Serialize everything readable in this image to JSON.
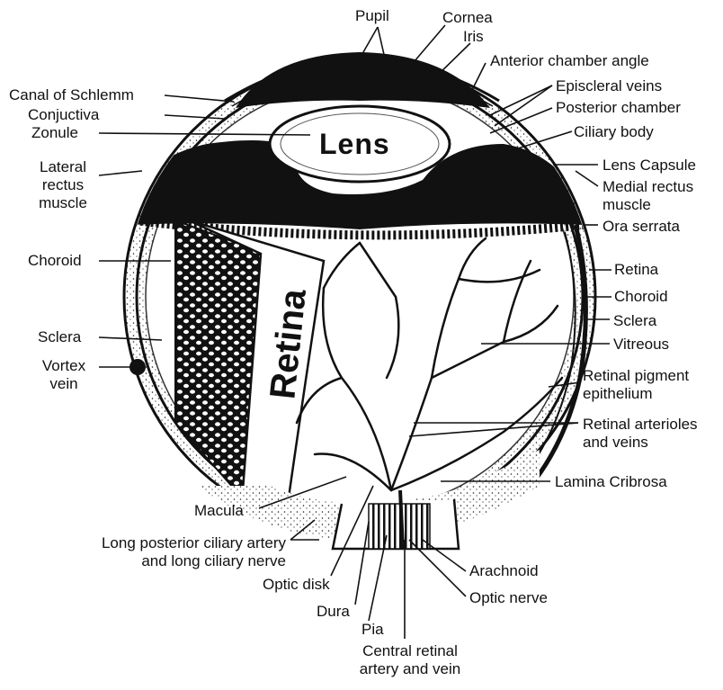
{
  "diagram": {
    "lens_label": "Lens",
    "retina_label": "Retina",
    "labels": {
      "pupil": "Pupil",
      "cornea": "Cornea",
      "iris": "Iris",
      "anterior_chamber_angle": "Anterior chamber angle",
      "canal_of_schlemm": "Canal of Schlemm",
      "conjuctiva": "Conjuctiva",
      "zonule": "Zonule",
      "episcleral_veins": "Episcleral veins",
      "posterior_chamber": "Posterior chamber",
      "ciliary_body": "Ciliary body",
      "lateral_rectus_muscle": [
        "Lateral",
        "rectus",
        "muscle"
      ],
      "lens_capsule": "Lens Capsule",
      "medial_rectus_muscle": [
        "Medial rectus",
        "muscle"
      ],
      "ora_serrata": "Ora serrata",
      "choroid_left": "Choroid",
      "retina_right": "Retina",
      "choroid_right": "Choroid",
      "sclera_left": "Sclera",
      "sclera_right": "Sclera",
      "vortex_vein": [
        "Vortex",
        "vein"
      ],
      "vitreous": "Vitreous",
      "retinal_pigment_epithelium": [
        "Retinal pigment",
        "epithelium"
      ],
      "retinal_arterioles_and_veins": [
        "Retinal arterioles",
        "and veins"
      ],
      "lamina_cribrosa": "Lamina Cribrosa",
      "macula": "Macula",
      "long_posterior_ciliary": [
        "Long posterior ciliary artery",
        "and long ciliary nerve"
      ],
      "optic_disk": "Optic disk",
      "arachnoid": "Arachnoid",
      "optic_nerve": "Optic nerve",
      "dura": "Dura",
      "pia": "Pia",
      "central_retinal": [
        "Central retinal",
        "artery and vein"
      ]
    }
  }
}
